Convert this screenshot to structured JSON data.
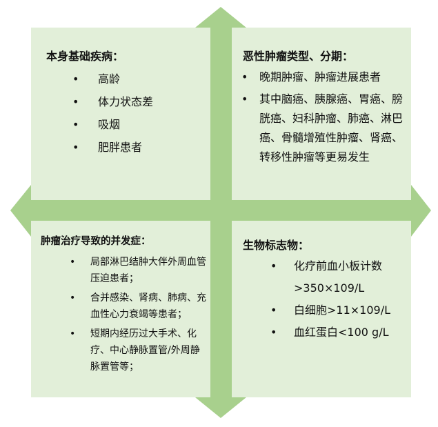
{
  "colors": {
    "arrow": "#a8d08d",
    "panel": "#e2efd9"
  },
  "top_left": {
    "title": "本身基础疾病：",
    "items": [
      "高龄",
      "体力状态差",
      "吸烟",
      "肥胖患者"
    ]
  },
  "top_right": {
    "title": "恶性肿瘤类型、分期：",
    "items": [
      "晚期肿瘤、肿瘤进展患者",
      "其中脑癌、胰腺癌、胃癌、膀胱癌、妇科肿瘤、肺癌、淋巴癌、骨髓增殖性肿瘤、肾癌、转移性肿瘤等更易发生"
    ]
  },
  "bottom_left": {
    "title": "肿瘤治疗导致的并发症：",
    "items": [
      "局部淋巴结肿大伴外周血管压迫患者；",
      "合并感染、肾病、肺病、充血性心力衰竭等患者；",
      "短期内经历过大手术、化疗、中心静脉置管/外周静脉置管等；"
    ]
  },
  "bottom_right": {
    "title": "生物标志物：",
    "items": [
      "化疗前血小板计数>350×109/L",
      "白细胞>11×109/L",
      "血红蛋白<100 g/L"
    ]
  }
}
